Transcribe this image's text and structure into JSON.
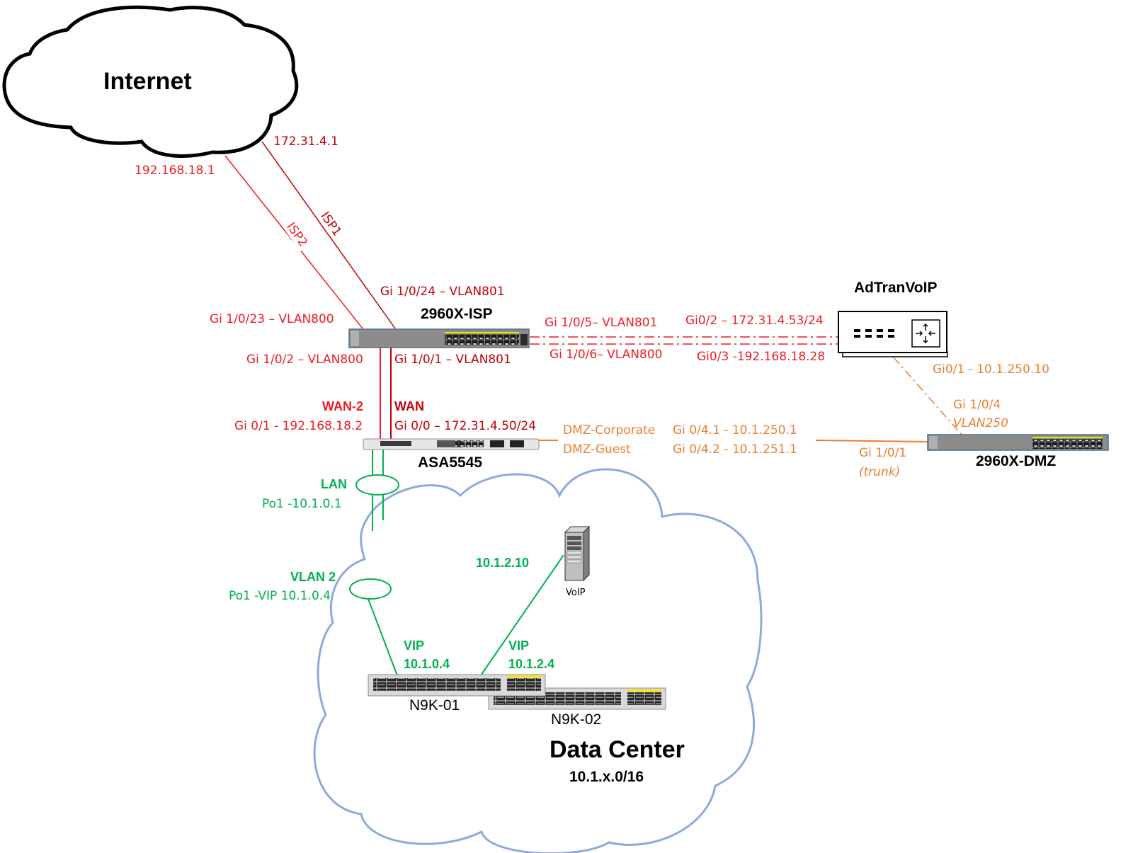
{
  "clouds": {
    "internet": {
      "label": "Internet"
    },
    "datacenter": {
      "label": "Data Center",
      "subnet": "10.1.x.0/16"
    }
  },
  "colors": {
    "wan_red": "#ee1c25",
    "wan_darkred": "#c0000b",
    "dmz_orange": "#ed7d31",
    "lan_green": "#00b050",
    "cloud_blue": "#8eaadb",
    "device_gray": "#8c8c8c"
  },
  "devices": {
    "switch_isp": {
      "name": "2960X-ISP"
    },
    "asa": {
      "name": "ASA5545"
    },
    "adtran": {
      "name": "AdTranVoIP"
    },
    "switch_dmz": {
      "name": "2960X-DMZ"
    },
    "n9k01": {
      "name": "N9K-01"
    },
    "n9k02": {
      "name": "N9K-02"
    },
    "voip_server": {
      "name": "VoIP"
    }
  },
  "links": {
    "isp1": {
      "label": "ISP1",
      "internet_ip": "172.31.4.1",
      "switch_port": "Gi 1/0/24 – VLAN801"
    },
    "isp2": {
      "label": "ISP2",
      "internet_ip": "192.168.18.1",
      "switch_port": "Gi 1/0/23 – VLAN800"
    },
    "wan2": {
      "title": "WAN-2",
      "switch_port": "Gi 1/0/2 – VLAN800",
      "asa_port": "Gi 0/1 - 192.168.18.2"
    },
    "wan": {
      "title": "WAN",
      "switch_port": "Gi 1/0/1 – VLAN801",
      "asa_port": "Gi 0/0 – 172.31.4.50/24"
    },
    "adtran_801": {
      "switch_port": "Gi 1/0/5– VLAN801",
      "adtran_port": "Gi0/2 – 172.31.4.53/24"
    },
    "adtran_800": {
      "switch_port": "Gi 1/0/6– VLAN800",
      "adtran_port": "Gi0/3 -192.168.18.28"
    },
    "dmz": {
      "corporate_name": "DMZ-Corporate",
      "corporate_iface": "Gi 0/4.1 -  10.1.250.1",
      "guest_name": "DMZ-Guest",
      "guest_iface": "Gi 0/4.2 -  10.1.251.1",
      "switch_port": "Gi 1/0/1",
      "switch_mode": "(trunk)"
    },
    "adtran_dmz": {
      "adtran_port": "Gi0/1 -  10.1.250.10",
      "switch_port": "Gi 1/0/4",
      "vlan": "VLAN250"
    },
    "lan": {
      "title": "LAN",
      "iface": "Po1 -10.1.0.1"
    },
    "vlan2": {
      "title": "VLAN 2",
      "iface": "Po1 -VIP 10.1.0.4"
    },
    "vip1": {
      "title": "VIP",
      "ip": "10.1.0.4"
    },
    "vip2": {
      "title": "VIP",
      "ip": "10.1.2.4"
    },
    "voip": {
      "ip": "10.1.2.10"
    }
  }
}
